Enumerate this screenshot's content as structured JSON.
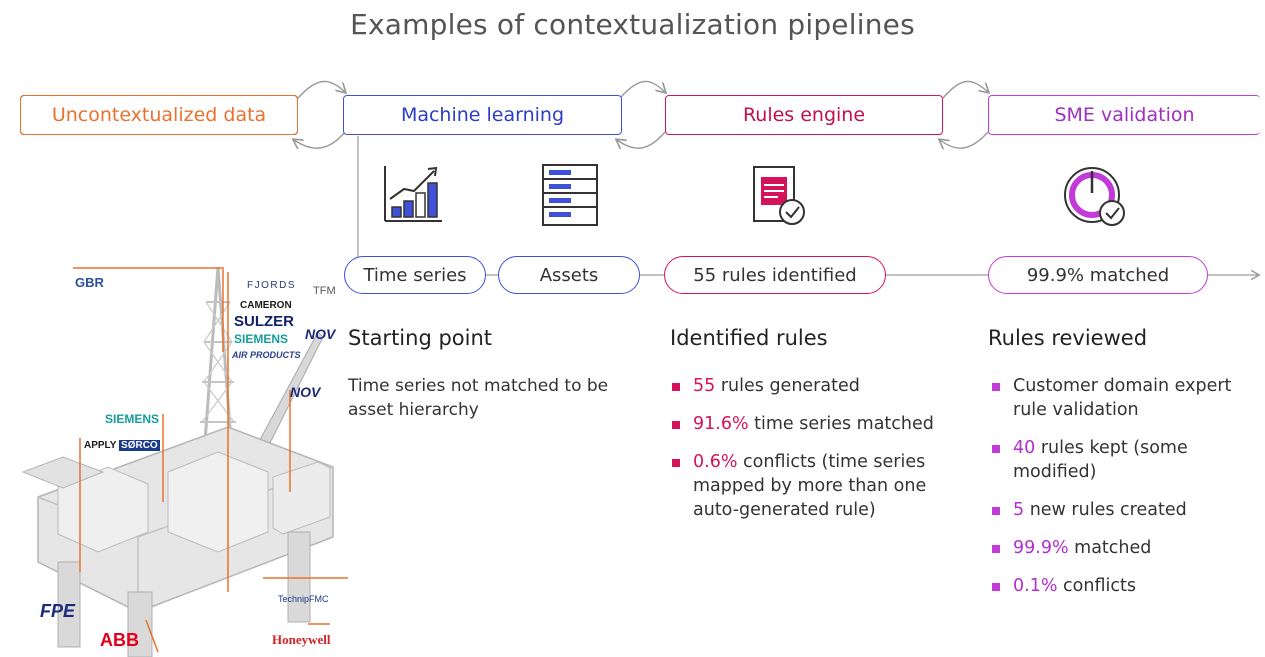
{
  "title": "Examples of contextualization pipelines",
  "stages": [
    {
      "label": "Uncontextualized data",
      "color": "#e8722e"
    },
    {
      "label": "Machine learning",
      "color": "#3f51d8"
    },
    {
      "label": "Rules engine",
      "color": "#d4145a"
    },
    {
      "label": "SME validation",
      "color": "#c23ad8"
    }
  ],
  "pills": [
    {
      "label": "Time series"
    },
    {
      "label": "Assets"
    },
    {
      "label": "55 rules identified"
    },
    {
      "label": "99.9% matched"
    }
  ],
  "col1": {
    "heading": "Starting point",
    "text": "Time series not matched to be asset hierarchy"
  },
  "col2": {
    "heading": "Identified rules",
    "items": [
      {
        "num": "55",
        "text": " rules generated"
      },
      {
        "num": "91.6%",
        "text": " time series matched"
      },
      {
        "num": "0.6%",
        "text": " conflicts (time series mapped by more than one auto-generated rule)"
      }
    ]
  },
  "col3": {
    "heading": "Rules reviewed",
    "items": [
      {
        "num": "",
        "text": "Customer domain expert rule validation"
      },
      {
        "num": "40",
        "text": " rules kept (some modified)"
      },
      {
        "num": "5",
        "text": " new rules created"
      },
      {
        "num": "99.9%",
        "text": " matched"
      },
      {
        "num": "0.1%",
        "text": " conflicts"
      }
    ]
  },
  "logos": {
    "gbr": "GBR",
    "fjords": "FJORDS",
    "tfm": "TFM",
    "cameron": "CAMERON",
    "sulzer": "SULZER",
    "siemens_1": "SIEMENS",
    "nov_1": "NOV",
    "air_products": "AIR PRODUCTS",
    "nov_2": "NOV",
    "siemens_2": "SIEMENS",
    "apply": "APPLY",
    "sorco": "SØRCO",
    "technipfmc": "TechnipFMC",
    "fpe": "FPE",
    "abb": "ABB",
    "honeywell": "Honeywell"
  }
}
